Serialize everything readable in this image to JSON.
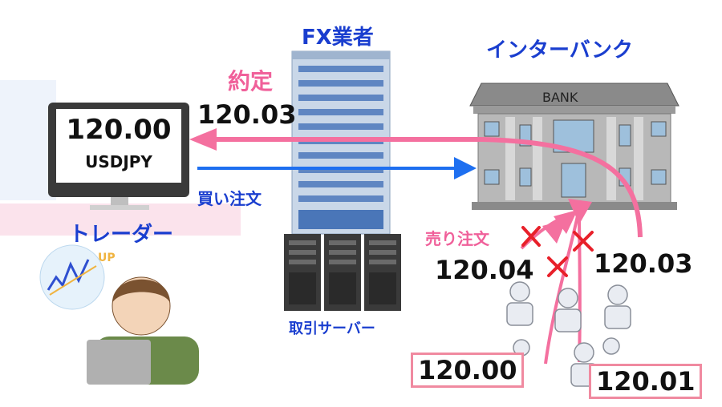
{
  "title_fx": "FX業者",
  "title_interbank": "インターバンク",
  "monitor": {
    "price": "120.00",
    "pair": "USDJPY"
  },
  "trader_label": "トレーダー",
  "trade_label": "約定",
  "trade_price": "120.03",
  "buy_order_label": "買い注文",
  "bank_sign": "BANK",
  "server_label": "取引サーバー",
  "sell_order_label": "売り注文",
  "prices": {
    "left_mid": "120.04",
    "right_mid": "120.03",
    "bottom_left": "120.00",
    "bottom_right": "120.01"
  },
  "chart_icon_text": "UP",
  "colors": {
    "blue": "#1a3ecf",
    "pink": "#f0609a",
    "arrow_blue": "#1e6ff0",
    "cross_red": "#e8202a"
  }
}
